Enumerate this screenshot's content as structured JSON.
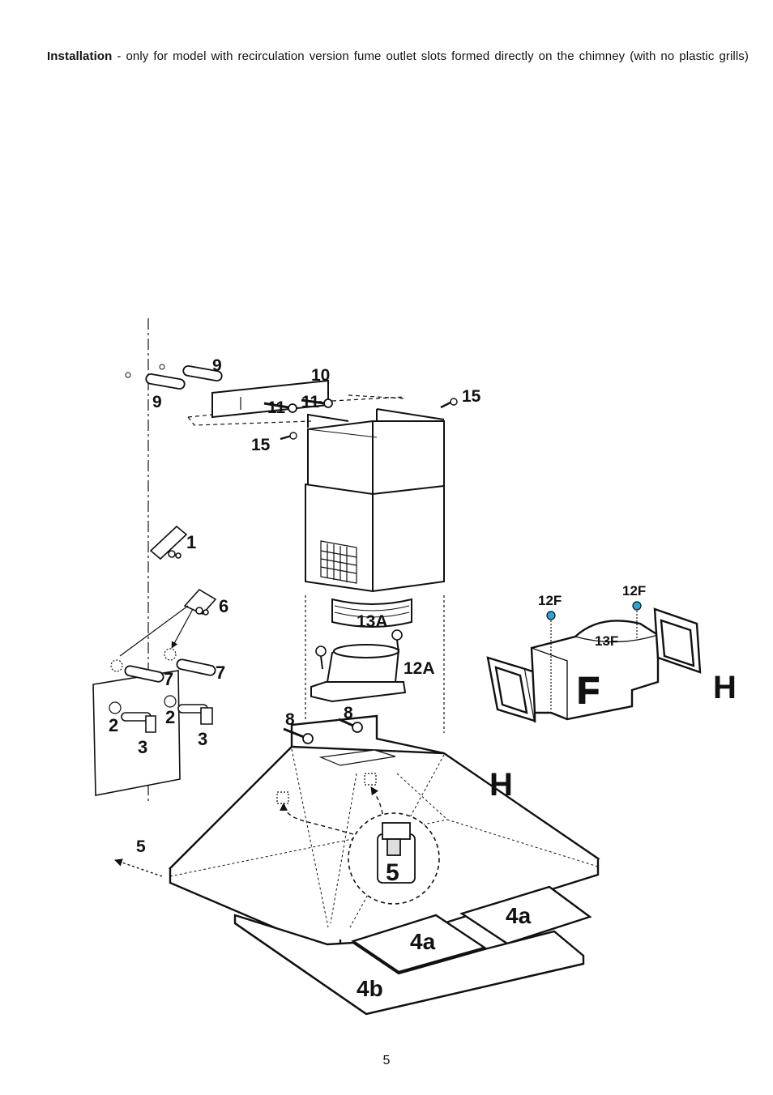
{
  "heading": {
    "bold": "Installation",
    "rest": " - only for model with recirculation version fume outlet slots formed directly on the chimney (with no plastic grills)"
  },
  "labels": {
    "l9a": "9",
    "l9b": "9",
    "l10": "10",
    "l11a": "11",
    "l11b": "11",
    "l15a": "15",
    "l15b": "15",
    "l1": "1",
    "l6": "6",
    "l7a": "7",
    "l7b": "7",
    "l2a": "2",
    "l2b": "2",
    "l3a": "3",
    "l3b": "3",
    "l13a": "13A",
    "l12a": "12A",
    "l8a": "8",
    "l8b": "8",
    "l5a": "5",
    "l5b": "5",
    "l4a1": "4a",
    "l4a2": "4a",
    "l4b": "4b",
    "l12f1": "12F",
    "l12f2": "12F",
    "l13f": "13F",
    "lF": "F",
    "lH1": "H",
    "lH2": "H"
  },
  "page_number": "5"
}
